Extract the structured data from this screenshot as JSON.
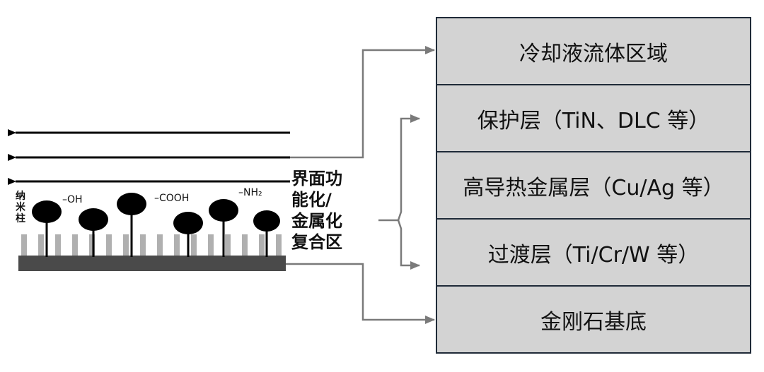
{
  "layers": [
    {
      "label": "冷却液流体区域"
    },
    {
      "label": "保护层（TiN、DLC 等）"
    },
    {
      "label": "高导热金属层（Cu/Ag 等）"
    },
    {
      "label": "过渡层（Ti/Cr/W 等）"
    },
    {
      "label": "金刚石基底"
    }
  ],
  "interface_label": [
    "界面功",
    "能化/",
    "金属化",
    "复合区"
  ],
  "nanopillar_label": [
    "纳",
    "米",
    "柱"
  ],
  "functional_groups": [
    "–OH",
    "–COOH",
    "–NH₂"
  ],
  "colors": {
    "layer_fill": "#d3d3d3",
    "layer_border": "#1f2a38",
    "arrow": "#7a7a7a",
    "substrate": "#4a4a4a",
    "pillar": "#b0b0b0",
    "molecule": "#000000"
  }
}
